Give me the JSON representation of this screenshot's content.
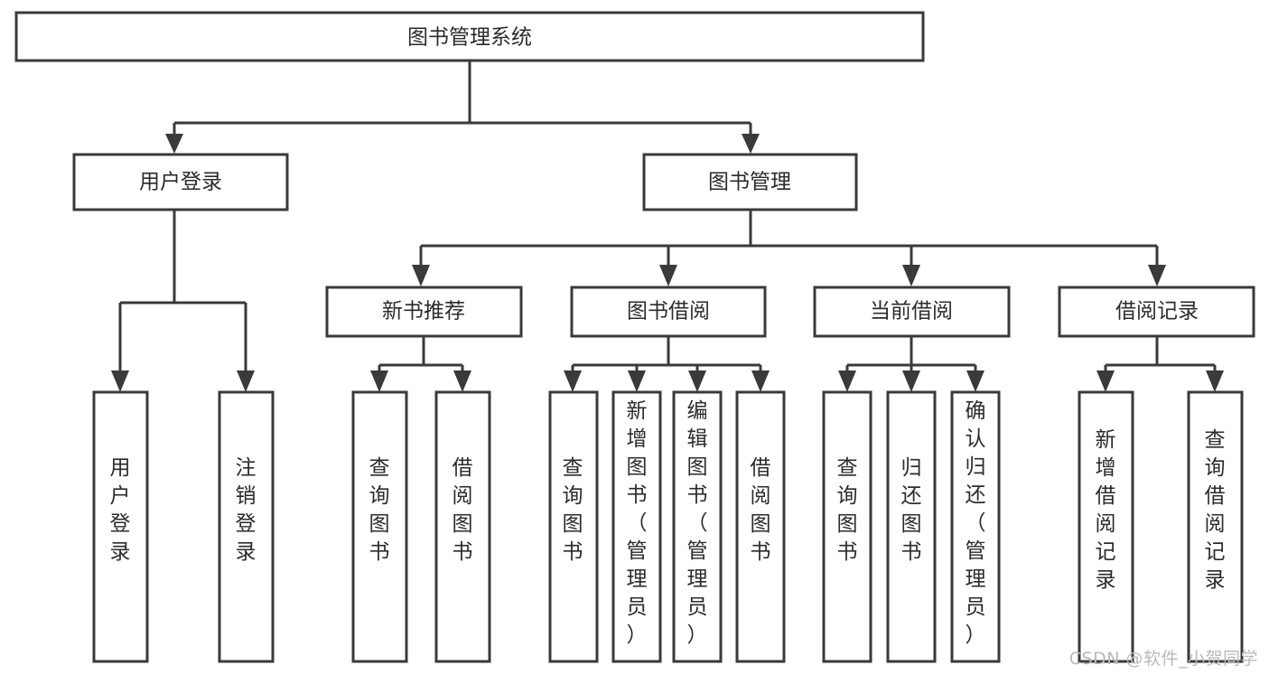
{
  "diagram": {
    "type": "tree",
    "title": "图书管理系统",
    "watermark": "CSDN @软件_小贺同学",
    "colors": {
      "box_stroke": "#3a3a3a",
      "box_fill": "#ffffff",
      "text": "#2b2b2b",
      "connector": "#3a3a3a",
      "watermark": "#b9b9b9",
      "background": "#ffffff"
    },
    "nodes": {
      "root": {
        "label": "图书管理系统"
      },
      "level2": [
        {
          "label": "用户登录"
        },
        {
          "label": "图书管理"
        }
      ],
      "level3": [
        {
          "label": "新书推荐"
        },
        {
          "label": "图书借阅"
        },
        {
          "label": "当前借阅"
        },
        {
          "label": "借阅记录"
        }
      ],
      "leaves_user_login": [
        {
          "label": "用户登录"
        },
        {
          "label": "注销登录"
        }
      ],
      "leaves_new_book": [
        {
          "label": "查询图书"
        },
        {
          "label": "借阅图书"
        }
      ],
      "leaves_borrow": [
        {
          "label": "查询图书"
        },
        {
          "label": "新增图书（管理员）"
        },
        {
          "label": "编辑图书（管理员）"
        },
        {
          "label": "借阅图书"
        }
      ],
      "leaves_current": [
        {
          "label": "查询图书"
        },
        {
          "label": "归还图书"
        },
        {
          "label": "确认归还（管理员）"
        }
      ],
      "leaves_record": [
        {
          "label": "新增借阅记录"
        },
        {
          "label": "查询借阅记录"
        }
      ]
    }
  }
}
